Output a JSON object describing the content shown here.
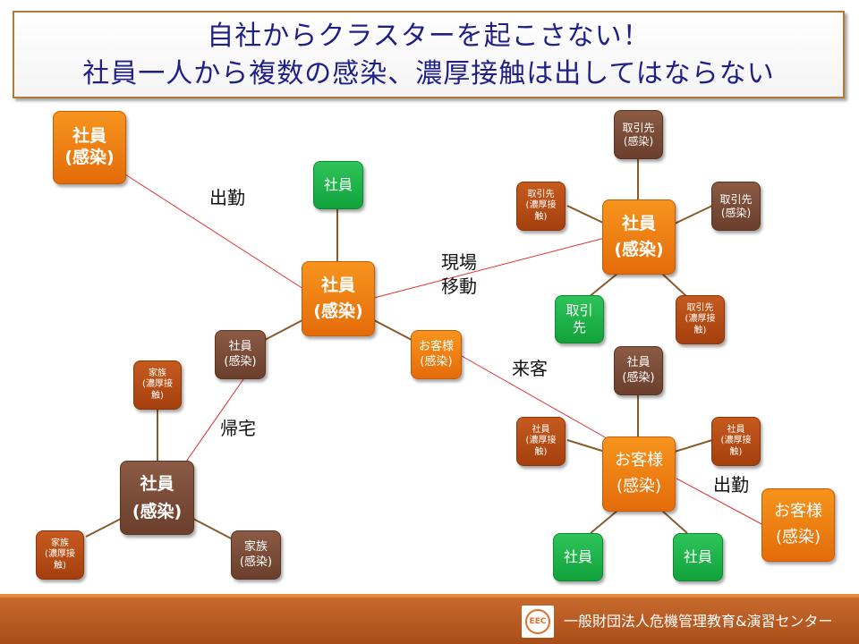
{
  "title": {
    "line1": "自社からクラスターを起こさない！",
    "line2": "社員一人から複数の感染、濃厚接触は出してはならない"
  },
  "nodes": {
    "left_employee_infected": {
      "line1": "社員",
      "line2": "(感染)"
    },
    "center_top_employee": {
      "line1": "社員"
    },
    "center_employee_infected": {
      "line1": "社員",
      "line2": "(感染)"
    },
    "return_employee_infected": {
      "line1": "社員",
      "line2": "(感染)"
    },
    "center_customer_infected": {
      "line1": "お客様",
      "line2": "(感染)"
    },
    "family_top_contact": {
      "line1": "家族",
      "line2": "(濃厚接",
      "line3": "触)"
    },
    "home_employee_infected": {
      "line1": "社員",
      "line2": "(感染)"
    },
    "family_left_contact": {
      "line1": "家族",
      "line2": "(濃厚接",
      "line3": "触)"
    },
    "family_right_infected": {
      "line1": "家族",
      "line2": "(感染)"
    },
    "partner_top_infected": {
      "line1": "取引先",
      "line2": "(感染)"
    },
    "partner_left_contact": {
      "line1": "取引先",
      "line2": "(濃厚接",
      "line3": "触)"
    },
    "site_employee_infected": {
      "line1": "社員",
      "line2": "(感染)"
    },
    "partner_right_infected": {
      "line1": "取引先",
      "line2": "(感染)"
    },
    "partner_green": {
      "line1": "取引",
      "line2": "先"
    },
    "partner_bottom_contact": {
      "line1": "取引先",
      "line2": "(濃厚接",
      "line3": "触)"
    },
    "visit_top_employee": {
      "line1": "社員",
      "line2": "(感染)"
    },
    "visit_left_contact": {
      "line1": "社員",
      "line2": "(濃厚接",
      "line3": "触)"
    },
    "visit_customer_infected": {
      "line1": "お客様",
      "line2": "(感染)"
    },
    "visit_right_contact": {
      "line1": "社員",
      "line2": "(濃厚接",
      "line3": "触)"
    },
    "visit_green_left": {
      "line1": "社員"
    },
    "visit_green_right": {
      "line1": "社員"
    },
    "far_customer_infected": {
      "line1": "お客様",
      "line2": "(感染)"
    }
  },
  "labels": {
    "commute_top": "出勤",
    "site_move_1": "現場",
    "site_move_2": "移動",
    "visit": "来客",
    "go_home": "帰宅",
    "commute_right": "出勤"
  },
  "colors": {
    "orange": "#e46c0a",
    "green": "#12a23c",
    "brown": "#6b3f2c",
    "rust": "#a4400e",
    "title_text": "#1f1f86",
    "footer": "#a94d18",
    "red_link": "#e03030",
    "brown_link": "#8b5a2b"
  },
  "footer": {
    "logo_text": "EEC",
    "organization": "一般財団法人危機管理教育&演習センター"
  }
}
